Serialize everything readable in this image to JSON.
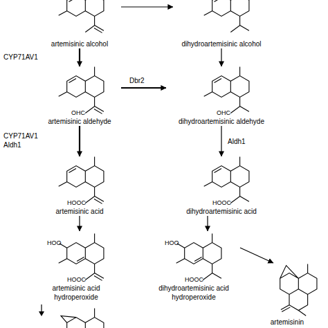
{
  "diagram": {
    "nodes": [
      {
        "text": [
          "artemisinic alcohol"
        ]
      },
      {
        "text": [
          "dihydroartemisinic alcohol"
        ]
      },
      {
        "text": [
          "artemisinic aldehyde"
        ]
      },
      {
        "text": [
          "dihydroartemisinic aldehyde"
        ]
      },
      {
        "text": [
          "artemisinic acid"
        ]
      },
      {
        "text": [
          "dihydroartemisinic acid"
        ]
      },
      {
        "text": [
          "artemisinic acid hydroperoxide"
        ]
      },
      {
        "text": [
          "dihydroartemisinic acid hydroperoxide"
        ]
      },
      {
        "text": [
          "artemisinin"
        ]
      }
    ],
    "edges": [
      {
        "from": 0,
        "to": 1,
        "arrow": "to"
      },
      {
        "from": 0,
        "to": 2,
        "arrow": "to",
        "label": "CYP71AV1"
      },
      {
        "from": 2,
        "to": 3,
        "arrow": "to",
        "label": "Dbr2"
      },
      {
        "from": 1,
        "to": 3,
        "arrow": "to"
      },
      {
        "from": 2,
        "to": 4,
        "arrow": "to",
        "label": "CYP71AV1 Aldh1"
      },
      {
        "from": 3,
        "to": 5,
        "arrow": "to",
        "label": "Aldh1"
      },
      {
        "from": 4,
        "to": 6,
        "arrow": "to"
      },
      {
        "from": 5,
        "to": 7,
        "arrow": "to"
      },
      {
        "from": 7,
        "to": 8,
        "arrow": "to"
      }
    ],
    "labels": [
      "OHC",
      "OHC",
      "HOOC",
      "HOOC",
      "HOOC",
      "HOOC",
      "HOO",
      "HOO"
    ]
  }
}
